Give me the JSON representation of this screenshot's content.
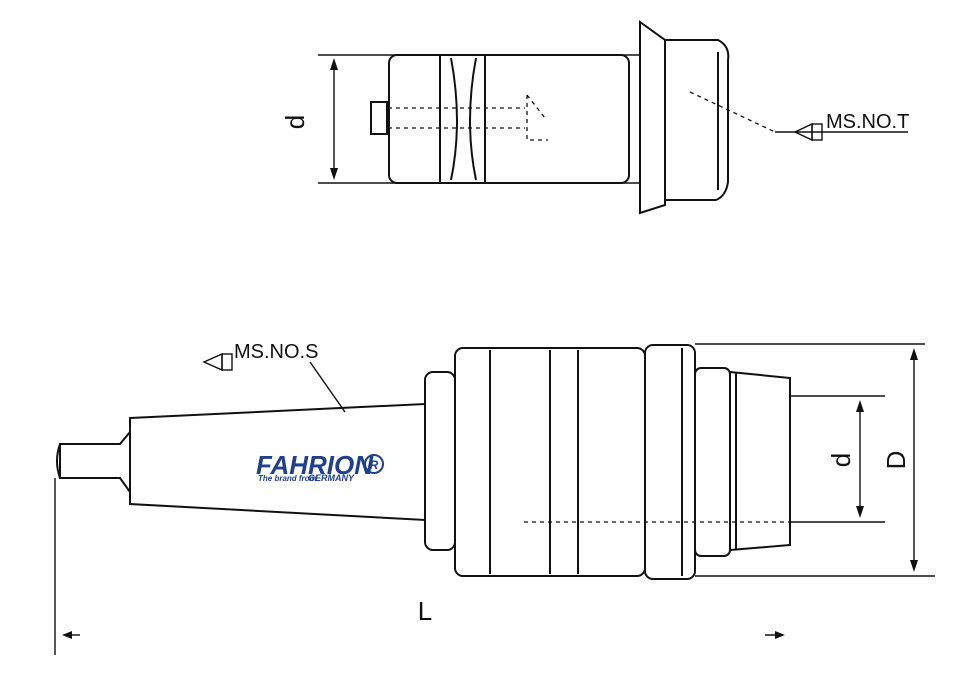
{
  "top_view": {
    "taper_label": "MS.NO.T",
    "dim_d": "d"
  },
  "bottom_view": {
    "taper_label": "MS.NO.S",
    "dim_d": "d",
    "dim_D": "D",
    "dim_L": "L"
  },
  "logo": {
    "name": "FAHRION",
    "registered_mark": "R",
    "tagline": "The brand from",
    "country": "GERMANY",
    "color": "#1f3f8f"
  }
}
